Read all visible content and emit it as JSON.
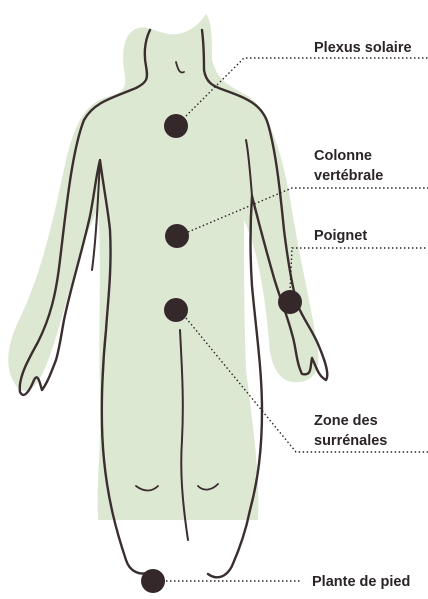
{
  "labels": {
    "plexus": "Plexus solaire",
    "colonne_line1": "Colonne",
    "colonne_line2": "vertébrale",
    "poignet": "Poignet",
    "zone_line1": "Zone des",
    "zone_line2": "surrénales",
    "plante": "Plante de pied"
  },
  "colors": {
    "shadow": "#dde8d3",
    "outline": "#3a2e2f",
    "dot": "#35282b",
    "text": "#2b2427",
    "leader": "#2b2427"
  }
}
